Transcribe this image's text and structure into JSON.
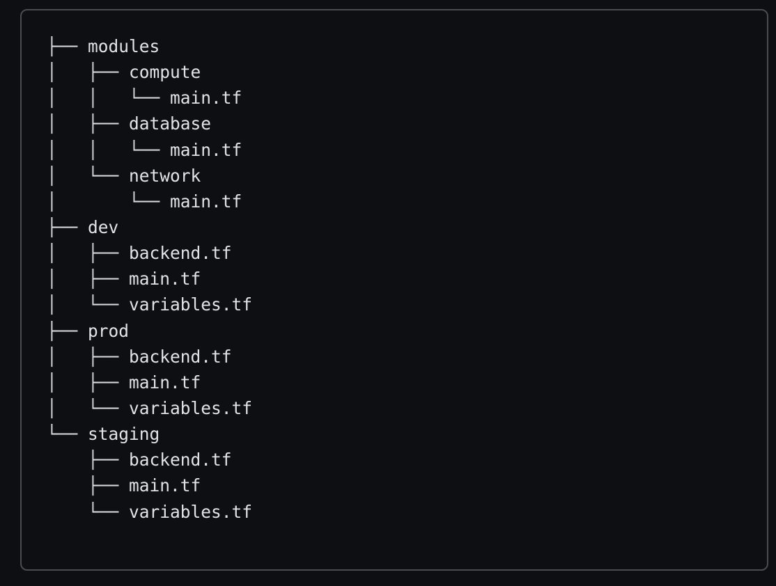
{
  "code_block": {
    "language": "text",
    "lines": [
      {
        "prefix": "├── ",
        "name": "modules"
      },
      {
        "prefix": "│   ├── ",
        "name": "compute"
      },
      {
        "prefix": "│   │   └── ",
        "name": "main.tf"
      },
      {
        "prefix": "│   ├── ",
        "name": "database"
      },
      {
        "prefix": "│   │   └── ",
        "name": "main.tf"
      },
      {
        "prefix": "│   └── ",
        "name": "network"
      },
      {
        "prefix": "│       └── ",
        "name": "main.tf"
      },
      {
        "prefix": "├── ",
        "name": "dev"
      },
      {
        "prefix": "│   ├── ",
        "name": "backend.tf"
      },
      {
        "prefix": "│   ├── ",
        "name": "main.tf"
      },
      {
        "prefix": "│   └── ",
        "name": "variables.tf"
      },
      {
        "prefix": "├── ",
        "name": "prod"
      },
      {
        "prefix": "│   ├── ",
        "name": "backend.tf"
      },
      {
        "prefix": "│   ├── ",
        "name": "main.tf"
      },
      {
        "prefix": "│   └── ",
        "name": "variables.tf"
      },
      {
        "prefix": "└── ",
        "name": "staging"
      },
      {
        "prefix": "    ├── ",
        "name": "backend.tf"
      },
      {
        "prefix": "    ├── ",
        "name": "main.tf"
      },
      {
        "prefix": "    └── ",
        "name": "variables.tf"
      }
    ]
  },
  "colors": {
    "background": "#0e0f13",
    "border": "#4a4c52",
    "text": "#e1e3e6"
  }
}
